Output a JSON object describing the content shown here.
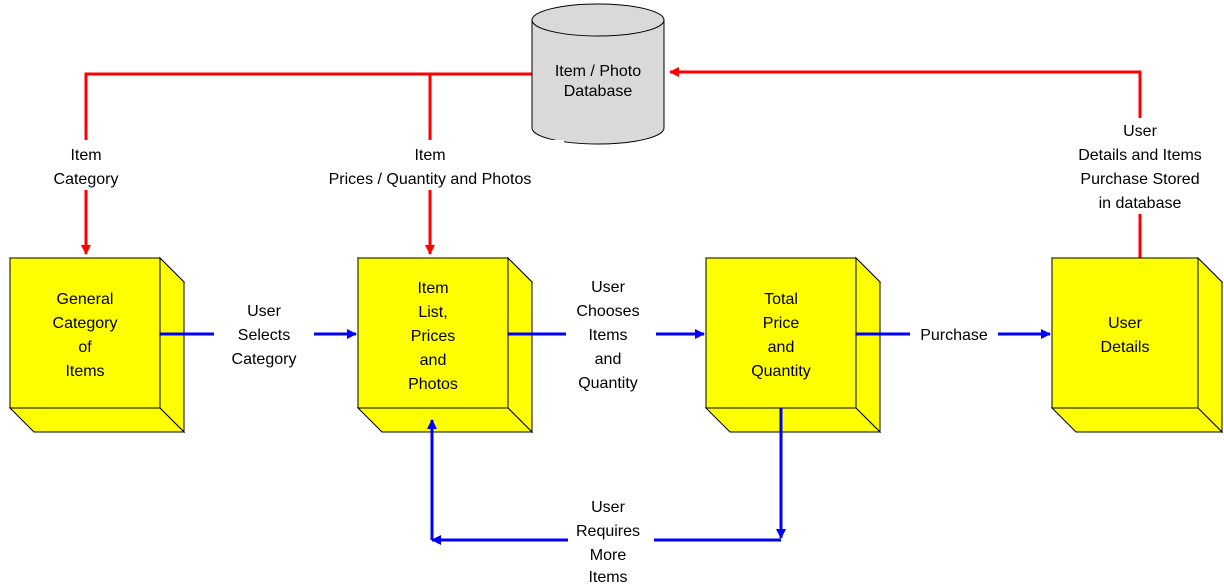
{
  "database": {
    "lines": [
      "Item / Photo",
      "Database"
    ]
  },
  "boxes": {
    "general": [
      "General",
      "Category",
      "of",
      "Items"
    ],
    "itemlist": [
      "Item",
      "List,",
      "Prices",
      "and",
      "Photos"
    ],
    "total": [
      "Total",
      "Price",
      "and",
      "Quantity"
    ],
    "user": [
      "User",
      "Details"
    ]
  },
  "labels": {
    "item_category": [
      "Item",
      "Category"
    ],
    "item_prices": [
      "Item",
      "Prices / Quantity and Photos"
    ],
    "user_details_stored": [
      "User",
      "Details and Items",
      "Purchase Stored",
      "in database"
    ],
    "user_selects": [
      "User",
      "Selects",
      "Category"
    ],
    "user_chooses": [
      "User",
      "Chooses",
      "Items",
      "and",
      "Quantity"
    ],
    "purchase": [
      "Purchase"
    ],
    "user_requires": [
      "User",
      "Requires",
      "More",
      "Items"
    ]
  },
  "colors": {
    "box_fill": "#ffff00",
    "red": "#ff0000",
    "blue": "#0000ff",
    "db_fill": "#d9d9d9"
  }
}
